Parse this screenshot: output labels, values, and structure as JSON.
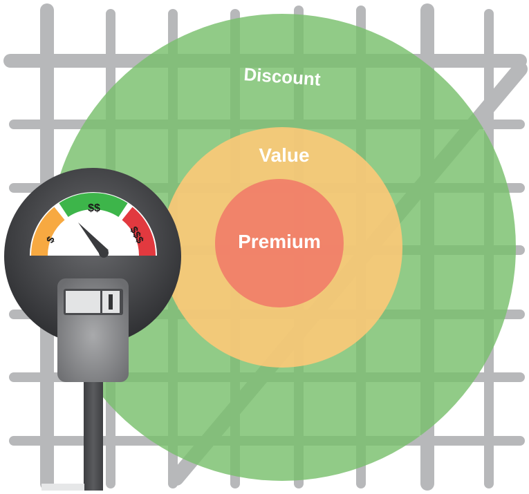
{
  "diagram": {
    "rings": [
      {
        "label": "Discount",
        "color": "#79c06c"
      },
      {
        "label": "Value",
        "color": "#ffc878"
      },
      {
        "label": "Premium",
        "color": "#f07a68"
      }
    ],
    "meter": {
      "gauge_low_label": "$",
      "gauge_mid_label": "$$",
      "gauge_high_label": "$$$",
      "low_color": "#f7a941",
      "mid_color": "#3db54a",
      "high_color": "#e2393f"
    },
    "grid_color": "#b7b8ba",
    "label_color": "#ffffff"
  }
}
